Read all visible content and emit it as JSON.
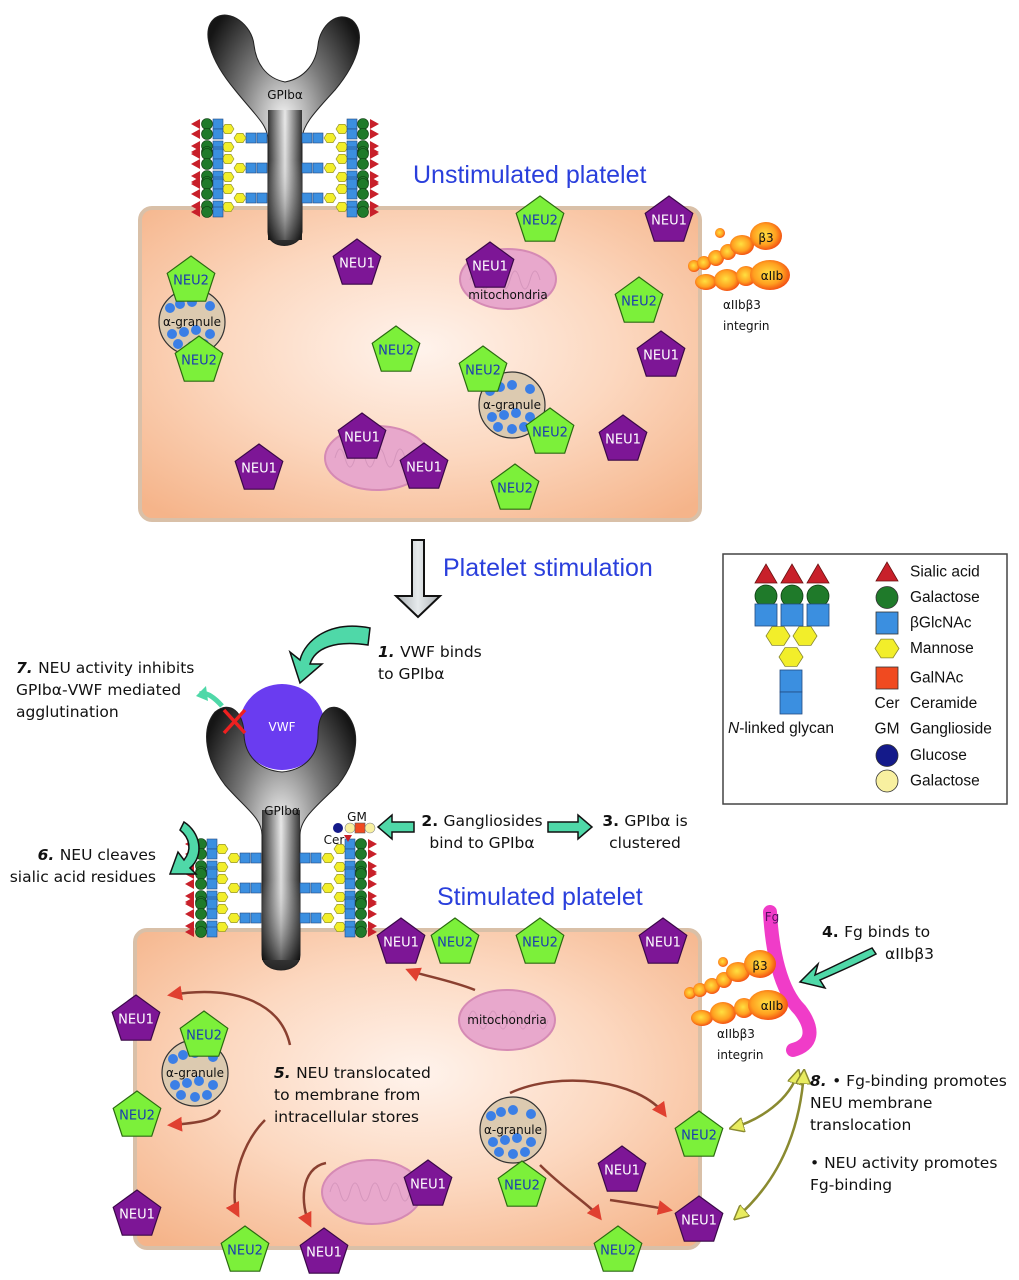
{
  "titles": {
    "unstimulated": "Unstimulated platelet",
    "stimulation": "Platelet stimulation",
    "stimulated": "Stimulated platelet"
  },
  "receptor": {
    "gpib_label": "GPIbα",
    "vwf_label": "VWF",
    "fg_label": "Fg",
    "beta3_label": "β3",
    "aiib_label": "αIIb",
    "integrin_line1": "αIIbβ3",
    "integrin_line2": "integrin",
    "gm_label": "GM",
    "cer_label": "Cer"
  },
  "organelles": {
    "mitochondria": "mitochondria",
    "granule": "α-granule"
  },
  "enzymes": {
    "neu1": "NEU1",
    "neu2": "NEU2"
  },
  "steps": [
    {
      "num": "1.",
      "lines": [
        "VWF binds",
        "to GPIbα"
      ]
    },
    {
      "num": "2.",
      "lines": [
        "Gangliosides",
        "bind to GPIbα"
      ]
    },
    {
      "num": "3.",
      "lines": [
        "GPIbα is",
        "clustered"
      ]
    },
    {
      "num": "4.",
      "lines": [
        "Fg binds to",
        "αIIbβ3"
      ]
    },
    {
      "num": "5.",
      "lines": [
        "NEU translocated",
        "to membrane from",
        "intracellular stores"
      ]
    },
    {
      "num": "6.",
      "lines": [
        "NEU cleaves",
        "sialic acid residues"
      ]
    },
    {
      "num": "7.",
      "lines": [
        "NEU activity inhibits",
        "GPIbα-VWF mediated",
        "agglutination"
      ]
    },
    {
      "num": "8.",
      "lines": [
        "• Fg-binding promotes",
        "NEU membrane",
        "translocation",
        "• NEU activity promotes",
        "Fg-binding"
      ]
    }
  ],
  "legend": {
    "glycan_caption_italic": "N",
    "glycan_caption_rest": "-linked glycan",
    "items": [
      {
        "symbol": "triangle",
        "color": "#c8202a",
        "label": "Sialic acid"
      },
      {
        "symbol": "circle",
        "color": "#1f7a2a",
        "label": "Galactose"
      },
      {
        "symbol": "square",
        "color": "#3b8fe0",
        "label": "βGlcNAc"
      },
      {
        "symbol": "hexagon",
        "color": "#f2ee2a",
        "label": "Mannose"
      },
      {
        "symbol": "square",
        "color": "#f04a20",
        "label": "GalNAc"
      },
      {
        "symbol": "text",
        "text": "Cer",
        "label": "Ceramide"
      },
      {
        "symbol": "text",
        "text": "GM",
        "label": "Ganglioside"
      },
      {
        "symbol": "circle",
        "color": "#141a8a",
        "label": "Glucose"
      },
      {
        "symbol": "circle",
        "color": "#f8f0a0",
        "label": "Galactose"
      }
    ]
  },
  "colors": {
    "title_blue": "#2a3fdc",
    "cell_fill": "#fbd3b6",
    "neu1_fill": "#7d1696",
    "neu2_fill": "#7cf03a",
    "neu2_text": "#1a3ab0",
    "vwf_fill": "#6a3cf0",
    "fg_fill": "#f03cc8",
    "arrow_teal": "#4fd8a8",
    "mito_fill": "#e8a8cc"
  }
}
